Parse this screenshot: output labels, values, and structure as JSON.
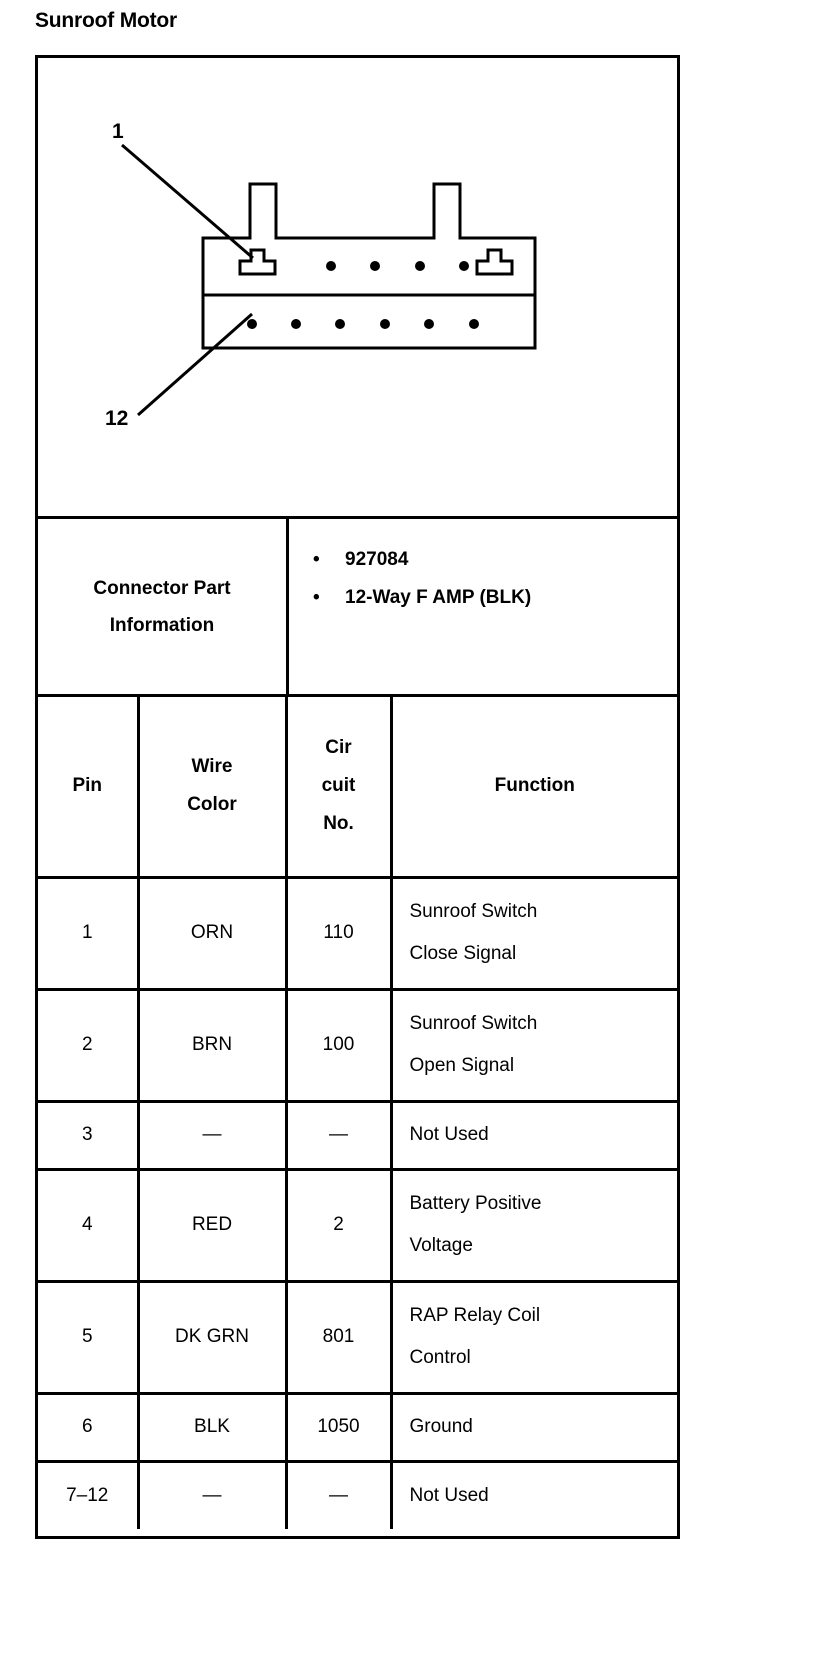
{
  "document": {
    "title": "Sunroof Motor"
  },
  "illustration": {
    "name": "connector-face-view",
    "callouts": [
      {
        "label": "1",
        "description": "pin-1-callout"
      },
      {
        "label": "12",
        "description": "pin-12-callout"
      }
    ],
    "top_row_cavities": 6,
    "bottom_row_cavities": 6
  },
  "connector_part_information": {
    "label_line1": "Connector Part",
    "label_line2": "Information",
    "values": [
      "927084",
      "12-Way F AMP (BLK)"
    ],
    "bullet_glyph": "•"
  },
  "pin_table": {
    "headers": {
      "pin": [
        "Pin"
      ],
      "wire_color": [
        "Wire",
        "Color"
      ],
      "circuit_no": [
        "Cir",
        "cuit",
        "No."
      ],
      "function": [
        "Function"
      ]
    },
    "rows": [
      {
        "pin": "1",
        "wire_color": "ORN",
        "circuit_no": "110",
        "function": [
          "Sunroof Switch",
          "Close Signal"
        ],
        "height": "tall"
      },
      {
        "pin": "2",
        "wire_color": "BRN",
        "circuit_no": "100",
        "function": [
          "Sunroof Switch",
          "Open Signal"
        ],
        "height": "tall"
      },
      {
        "pin": "3",
        "wire_color": "—",
        "circuit_no": "—",
        "function": [
          "Not Used"
        ],
        "height": "short"
      },
      {
        "pin": "4",
        "wire_color": "RED",
        "circuit_no": "2",
        "function": [
          "Battery Positive",
          "Voltage"
        ],
        "height": "tall"
      },
      {
        "pin": "5",
        "wire_color": "DK GRN",
        "circuit_no": "801",
        "function": [
          "RAP Relay Coil",
          "Control"
        ],
        "height": "tall"
      },
      {
        "pin": "6",
        "wire_color": "BLK",
        "circuit_no": "1050",
        "function": [
          "Ground"
        ],
        "height": "short"
      },
      {
        "pin": "7–12",
        "wire_color": "—",
        "circuit_no": "—",
        "function": [
          "Not Used"
        ],
        "height": "short"
      }
    ]
  },
  "colors": {
    "ink": "#000000",
    "paper": "#ffffff"
  }
}
